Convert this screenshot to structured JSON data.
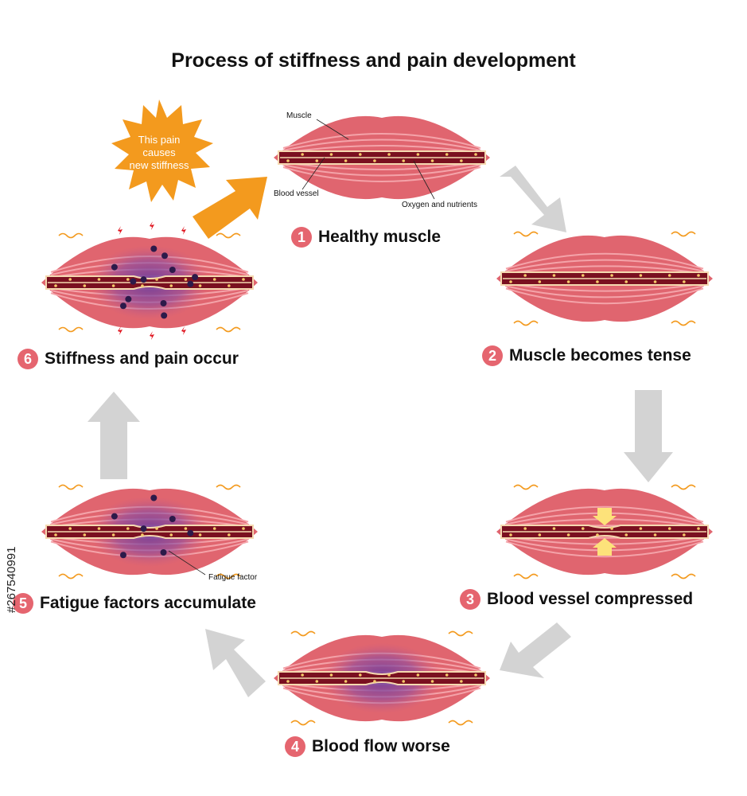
{
  "title": "Process of stiffness and pain development",
  "steps": [
    {
      "num": "1",
      "label": "Healthy muscle"
    },
    {
      "num": "2",
      "label": "Muscle becomes tense"
    },
    {
      "num": "3",
      "label": "Blood vessel compressed"
    },
    {
      "num": "4",
      "label": "Blood flow worse"
    },
    {
      "num": "5",
      "label": "Fatigue factors accumulate"
    },
    {
      "num": "6",
      "label": "Stiffness and pain occur"
    }
  ],
  "annotations": {
    "muscle": "Muscle",
    "blood_vessel": "Blood vessel",
    "oxygen": "Oxygen and nutrients",
    "fatigue_factor": "Fatigue factor"
  },
  "burst": {
    "line1": "This pain",
    "line2": "causes",
    "line3": "new stiffness"
  },
  "watermark": "#267540991",
  "colors": {
    "muscle": "#e0656f",
    "muscle_light": "#f4a3a9",
    "vessel": "#7a1020",
    "fatigue": "#5a2f8a",
    "arrow": "#d3d3d3",
    "burst": "#f39a1e",
    "step_badge": "#e5656f"
  }
}
